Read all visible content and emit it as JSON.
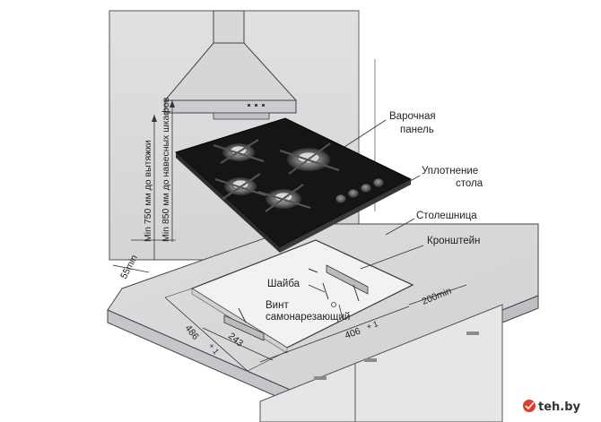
{
  "labels": {
    "cooking_panel_line1": "Варочная",
    "cooking_panel_line2": "панель",
    "seal_line1": "Уплотнение",
    "seal_line2": "стола",
    "countertop": "Столешница",
    "bracket": "Кронштейн",
    "washer": "Шайба",
    "screw_line1": "Винт",
    "screw_line2": "самонарезающий"
  },
  "dimensions": {
    "hood_min_750": "Min 750 мм до вытяжки",
    "cabinets_min_850": "Min 850 мм до навесных шкафов",
    "min_55": "55min",
    "min_200": "200min",
    "depth_486": "486",
    "depth_486_tol": "+ 1",
    "width_406": "406",
    "width_406_tol": "+ 1",
    "offset_243": "243"
  },
  "watermark": {
    "text": "teh.by"
  },
  "colors": {
    "wall": "#d9dbdd",
    "countertop": "#d6d8da",
    "cutout": "#f2f2f2",
    "hob_glass": "#1a1a1a",
    "hood": "#d4d6d8",
    "cabinet": "#e4e6e8",
    "line": "#333333"
  }
}
